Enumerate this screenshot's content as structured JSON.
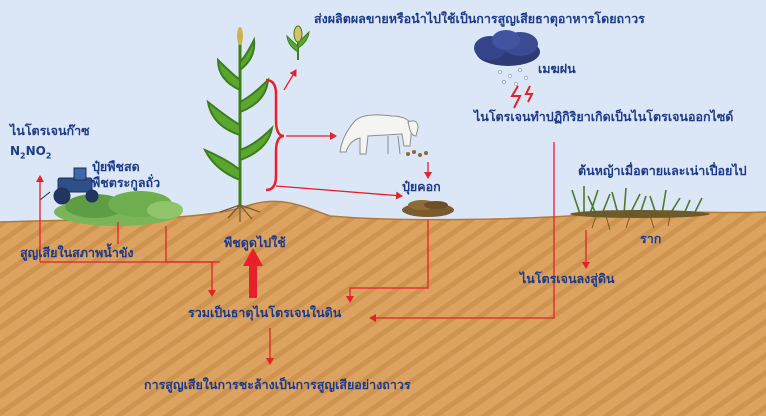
{
  "labels": {
    "harvest_loss": "ส่งผลิตผลขายหรือนำไปใช้เป็นการสูญเสียธาตุอาหารโดยถาวร",
    "rain_cloud": "เมฆฝน",
    "nitrogen_gas": "ไนโตรเจนก๊าซ",
    "n2": "N",
    "n2_sub": "2",
    "no2": "NO",
    "no2_sub": "2",
    "green_manure_1": "ปุ๋ยพืชสด",
    "green_manure_2": "พืชตระกูลถั่ว",
    "oxide_formation": "ไนโตรเจนทำปฏิกิริยาเกิดเป็นไนโตรเจนออกไซด์",
    "decay_grass": "ต้นหญ้าเมื่อตายและเน่าเปื่อยไป",
    "manure": "ปุ๋ยคอก",
    "roots": "ราก",
    "plant_uptake": "พืชดูดไปใช้",
    "waterlogged_loss": "สูญเสียในสภาพน้ำขัง",
    "n_into_soil": "ไนโตรเจนลงสู่ดิน",
    "soil_n_pool": "รวมเป็นธาตุไนโตรเจนในดิน",
    "leaching_loss": "การสูญเสียในการชะล้างเป็นการสูญเสียอย่างถาวร"
  },
  "colors": {
    "sky": "#dbe7f7",
    "soil": "#dca25f",
    "soil_stripe": "#c98a46",
    "label_text": "#1d3a8a",
    "arrow": "#e8202a",
    "plant_green": "#4e9a2a"
  }
}
